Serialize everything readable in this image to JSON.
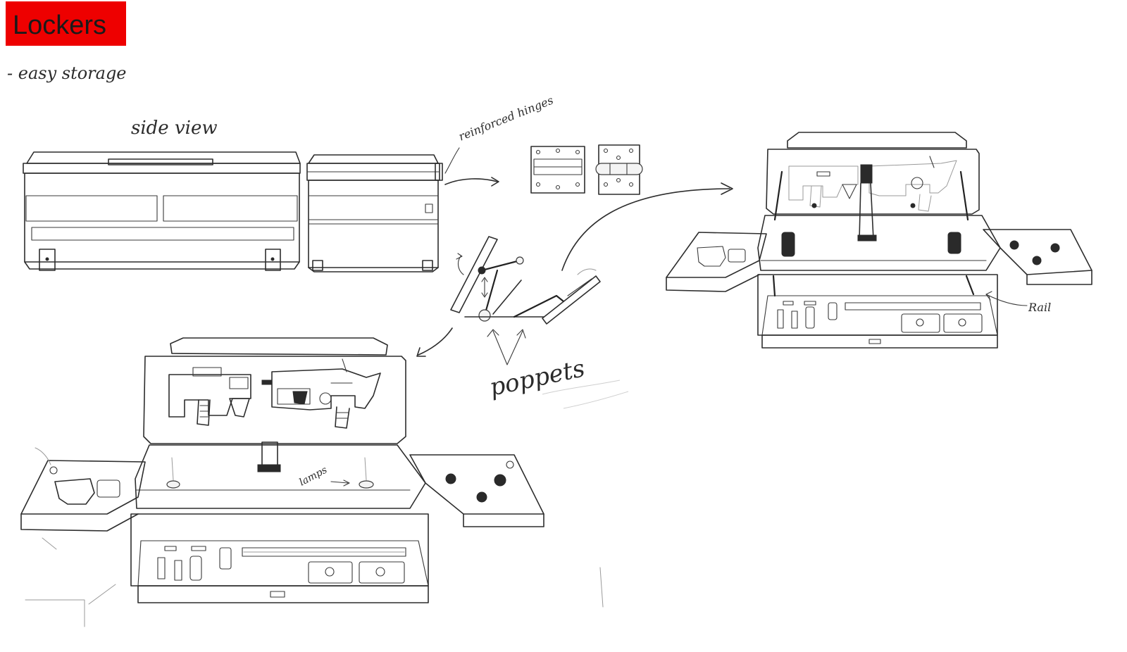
{
  "title": {
    "text": "Lockers",
    "bg_color": "#ee0000"
  },
  "notes": {
    "subtitle": "- easy storage",
    "side_view": "side view",
    "reinforced_hinges": "reinforced hinges",
    "poppets": "poppets",
    "lamps": "lamps",
    "rail": "Rail"
  },
  "colors": {
    "ink": "#2d2d2d",
    "paper": "#ffffff"
  }
}
